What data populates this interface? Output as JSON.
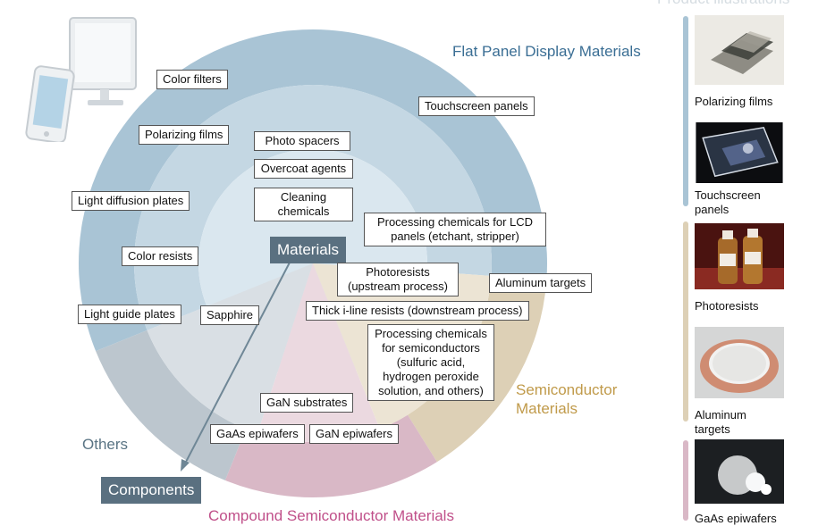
{
  "center": {
    "materials": "Materials",
    "components": "Components"
  },
  "sector_titles": {
    "fpd": "Flat Panel Display Materials",
    "semiconductor": "Semiconductor Materials",
    "compound": "Compound Semiconductor Materials",
    "others": "Others"
  },
  "labels": {
    "color_filters": "Color filters",
    "touchscreen_panels": "Touchscreen panels",
    "polarizing_films": "Polarizing films",
    "photo_spacers": "Photo spacers",
    "overcoat_agents": "Overcoat agents",
    "cleaning_chemicals": "Cleaning chemicals",
    "light_diffusion_plates": "Light diffusion plates",
    "processing_lcd": "Processing chemicals for LCD panels (etchant, stripper)",
    "color_resists": "Color resists",
    "photoresists": "Photoresists (upstream process)",
    "aluminum_targets": "Aluminum targets",
    "light_guide_plates": "Light guide plates",
    "sapphire": "Sapphire",
    "thick_iline": "Thick i-line resists (downstream process)",
    "processing_semi": "Processing chemicals for semiconductors (sulfuric acid, hydrogen peroxide solution, and others)",
    "gan_substrates": "GaN substrates",
    "gaas_epiwafers": "GaAs epiwafers",
    "gan_epiwafers": "GaN epiwafers"
  },
  "side_panel": {
    "header_faded": "Product illustrations",
    "items": [
      {
        "caption": "Polarizing films"
      },
      {
        "caption": "Touchscreen panels"
      },
      {
        "caption": "Photoresists"
      },
      {
        "caption": "Aluminum targets"
      },
      {
        "caption": "GaAs epiwafers"
      }
    ]
  },
  "colors": {
    "fpd_outer": "#a9c4d5",
    "fpd_middle": "#c4d7e3",
    "fpd_inner": "#dae7ef",
    "semi_outer": "#ddd0b6",
    "semi_inner": "#ece4d4",
    "compound_outer": "#d9b8c6",
    "compound_inner": "#ebd9e0",
    "others_outer": "#bcc6ce",
    "others_inner": "#d9dfe4",
    "fpd_text": "#3a6e94",
    "semi_text": "#c09a4a",
    "compound_text": "#c0508a",
    "others_text": "#5a7484",
    "bar_blue": "#a9c4d5",
    "bar_tan": "#ddd0b6",
    "bar_pink": "#d9b8c6"
  }
}
